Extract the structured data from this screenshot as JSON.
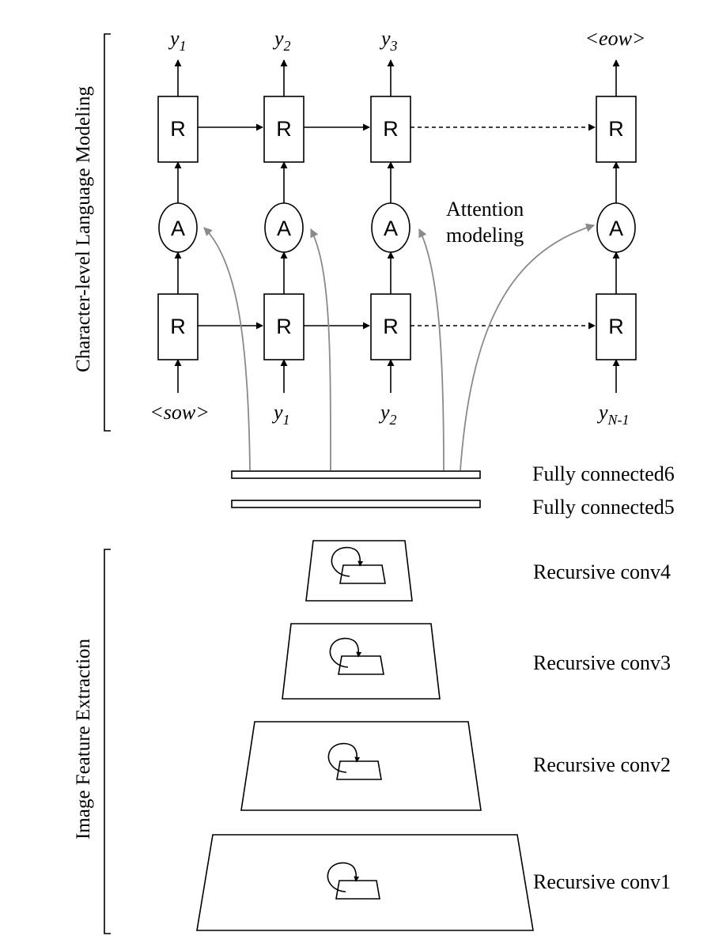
{
  "section_labels": {
    "language_modeling": "Character-level Language Modeling",
    "feature_extraction": "Image Feature Extraction"
  },
  "rnn_unit_label": "R",
  "attention_unit_label": "A",
  "outputs": [
    {
      "base": "y",
      "sub": "1"
    },
    {
      "base": "y",
      "sub": "2"
    },
    {
      "base": "y",
      "sub": "3"
    },
    {
      "base": "<eow>",
      "sub": ""
    }
  ],
  "inputs": [
    {
      "base": "<sow>",
      "sub": ""
    },
    {
      "base": "y",
      "sub": "1"
    },
    {
      "base": "y",
      "sub": "2"
    },
    {
      "base": "y",
      "sub": "N-1"
    }
  ],
  "attention_note": [
    "Attention",
    "modeling"
  ],
  "layers": {
    "fc6": "Fully connected6",
    "fc5": "Fully connected5",
    "conv4": "Recursive conv4",
    "conv3": "Recursive conv3",
    "conv2": "Recursive conv2",
    "conv1": "Recursive conv1"
  },
  "colors": {
    "stroke": "#000000",
    "attention_arrow": "#8a8a8a",
    "background": "#ffffff"
  }
}
